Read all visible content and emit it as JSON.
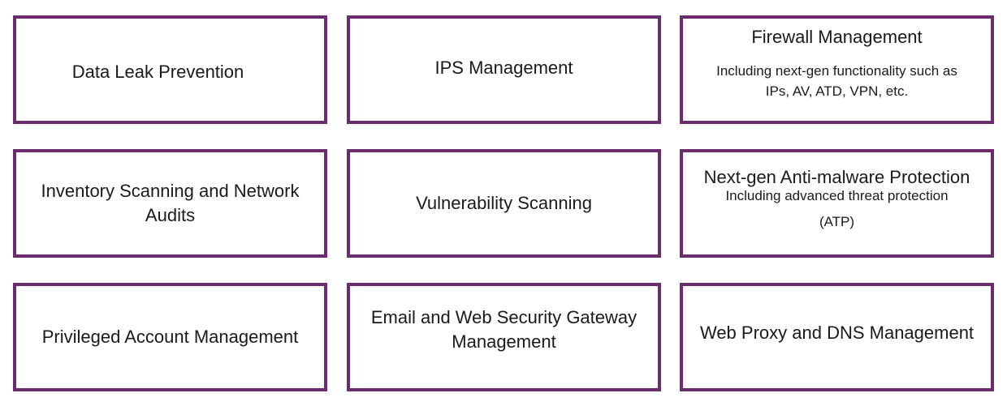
{
  "tiles": [
    {
      "title": "Data Leak Prevention"
    },
    {
      "title": "IPS Management"
    },
    {
      "title": "Firewall Management",
      "subtitle": [
        "Including next-gen functionality such as",
        "IPs, AV, ATD, VPN, etc."
      ]
    },
    {
      "title": "Inventory Scanning and Network Audits"
    },
    {
      "title": "Vulnerability Scanning"
    },
    {
      "title": "Next-gen Anti-malware Protection",
      "subtitle": [
        "Including advanced threat protection",
        "(ATP)"
      ]
    },
    {
      "title": "Privileged Account Management"
    },
    {
      "title": "Email and Web Security Gateway Management"
    },
    {
      "title": "Web Proxy and DNS Management"
    }
  ],
  "colors": {
    "border": "#6b2c6f",
    "text": "#1a1a1a",
    "background": "#ffffff"
  }
}
